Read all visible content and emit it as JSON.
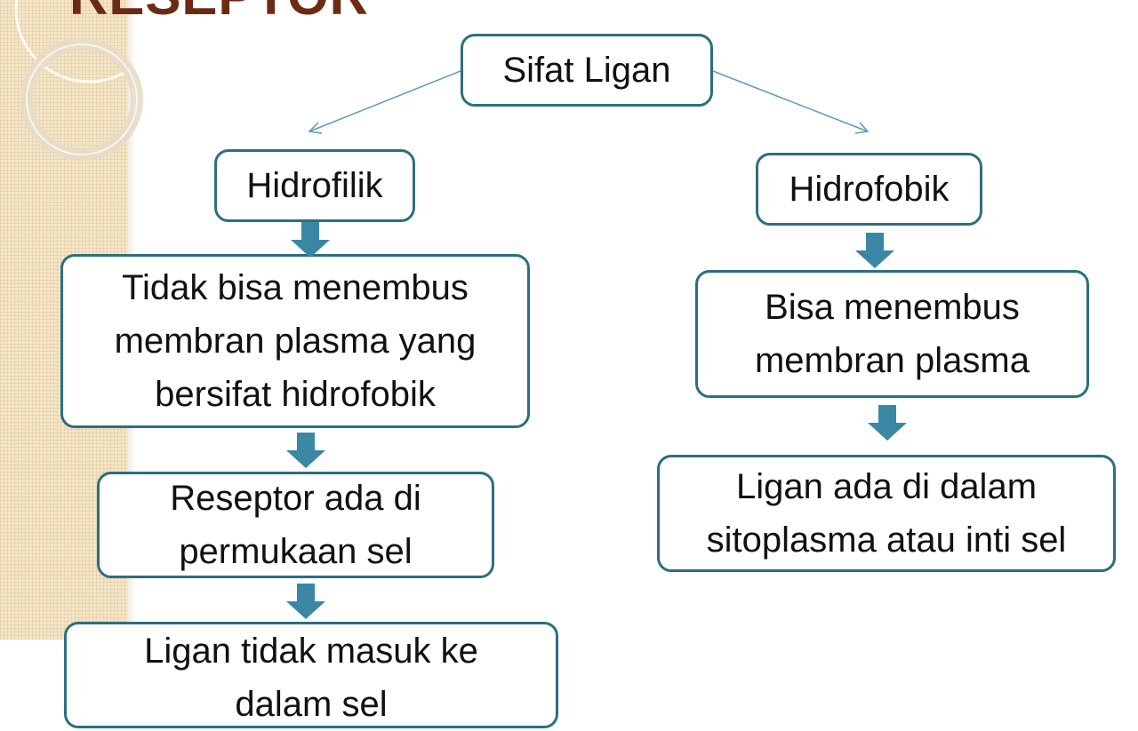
{
  "slide": {
    "title": "RESEPTOR"
  },
  "diagram": {
    "root": "Sifat Ligan",
    "left": {
      "label": "Hidrofilik",
      "steps": [
        "Tidak bisa menembus membran plasma yang bersifat hidrofobik",
        "Reseptor ada di permukaan sel",
        "Ligan tidak masuk ke dalam sel"
      ]
    },
    "right": {
      "label": "Hidrofobik",
      "steps": [
        "Bisa menembus membran plasma",
        "Ligan ada di dalam sitoplasma atau inti sel"
      ]
    }
  },
  "colors": {
    "border": "#2b6f80",
    "arrow": "#3a87a3",
    "title": "#6b2b12",
    "sidebar": "#f5e6c7"
  }
}
